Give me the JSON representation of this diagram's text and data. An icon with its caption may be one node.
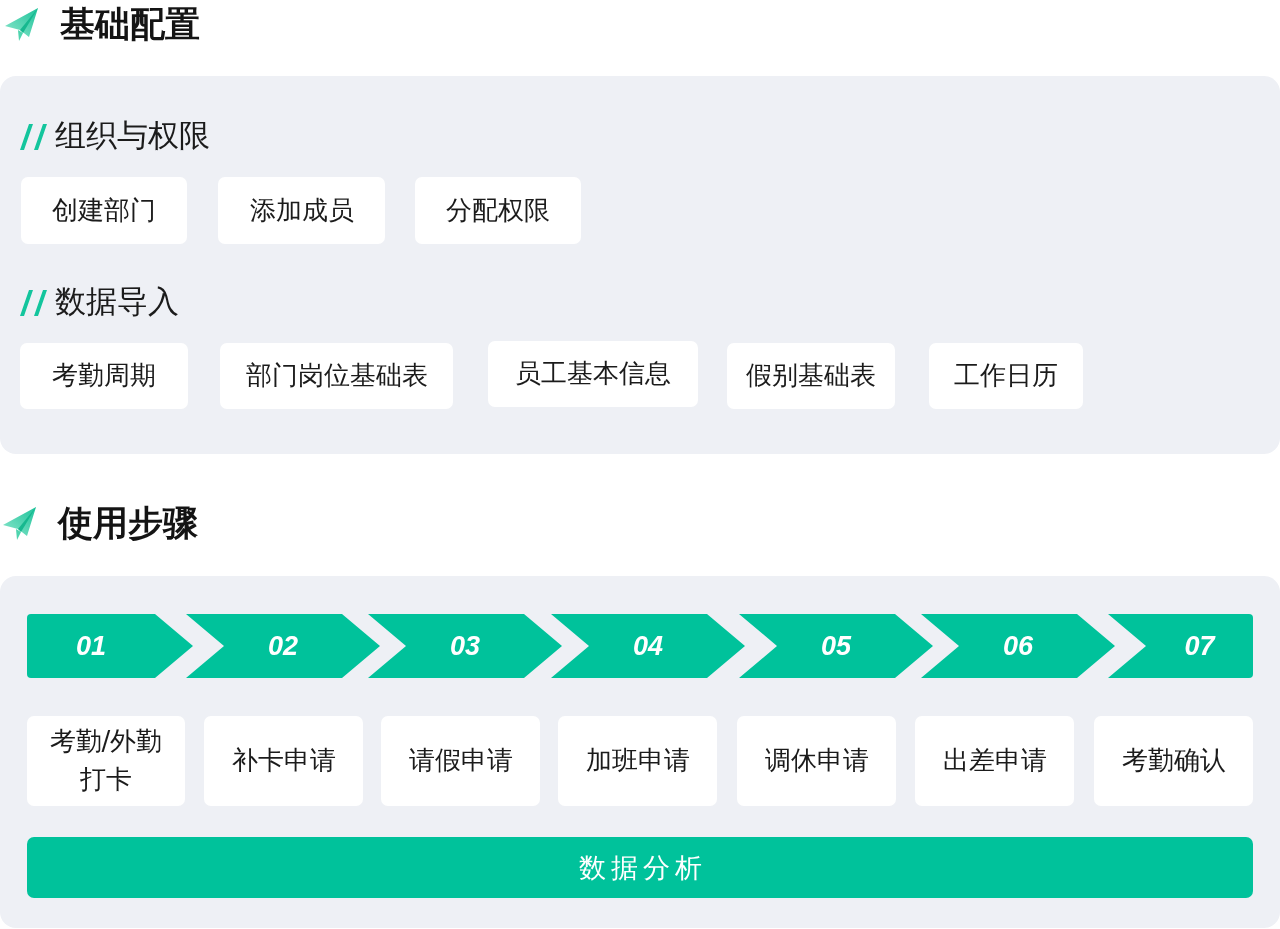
{
  "diagram": {
    "nodes": [
      {
        "text": [
          "基础配置",
          "组织与权限",
          "数据导入"
        ]
      },
      {
        "text": [
          "创建部门"
        ],
        "in": 0
      },
      {
        "text": [
          "添加成员"
        ],
        "in": 0
      },
      {
        "text": [
          "分配权限"
        ],
        "in": 0
      },
      {
        "text": [
          "考勤周期"
        ],
        "in": 0
      },
      {
        "text": [
          "部门岗位基础表"
        ],
        "in": 0
      },
      {
        "text": [
          "员工基本信息"
        ],
        "in": 0
      },
      {
        "text": [
          "假别基础表"
        ],
        "in": 0
      },
      {
        "text": [
          "工作日历"
        ],
        "in": 0
      },
      {
        "text": [
          "使用步骤"
        ]
      },
      {
        "text": [
          "01"
        ],
        "in": 9
      },
      {
        "text": [
          "02"
        ],
        "in": 9
      },
      {
        "text": [
          "03"
        ],
        "in": 9
      },
      {
        "text": [
          "04"
        ],
        "in": 9
      },
      {
        "text": [
          "05"
        ],
        "in": 9
      },
      {
        "text": [
          "06"
        ],
        "in": 9
      },
      {
        "text": [
          "07"
        ],
        "in": 9
      },
      {
        "text": [
          "考勤/外勤打卡"
        ],
        "in": 9
      },
      {
        "text": [
          "补卡申请"
        ],
        "in": 9
      },
      {
        "text": [
          "请假申请"
        ],
        "in": 9
      },
      {
        "text": [
          "加班申请"
        ],
        "in": 9
      },
      {
        "text": [
          "调休申请"
        ],
        "in": 9
      },
      {
        "text": [
          "出差申请"
        ],
        "in": 9
      },
      {
        "text": [
          "考勤确认"
        ],
        "in": 9
      },
      {
        "text": [
          "数据分析"
        ],
        "in": 9
      }
    ]
  }
}
